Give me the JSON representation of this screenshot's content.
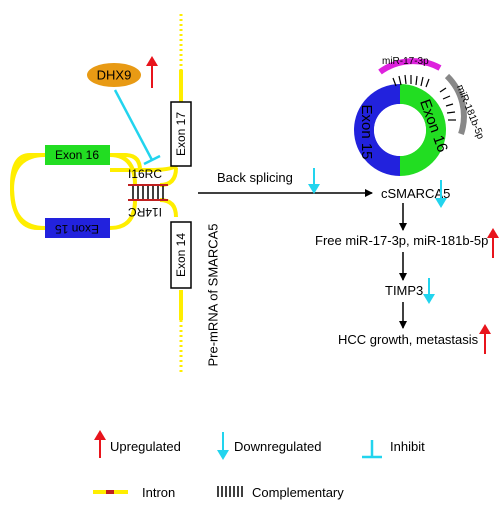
{
  "labels": {
    "dhx9": "DHX9",
    "exon17": "Exon 17",
    "exon16": "Exon 16",
    "exon15": "Exon 15",
    "exon14": "Exon 14",
    "i16rc": "I16RC",
    "i14rc": "I14RC",
    "premrna": "Pre-mRNA of SMARCA5",
    "back_splicing": "Back splicing",
    "csmarca5": "cSMARCA5",
    "circ_exon15": "Exon 15",
    "circ_exon16": "Exon 16",
    "mir173p": "miR-17-3p",
    "mir181b": "miR-181b-5p",
    "free_mir": "Free miR-17-3p, miR-181b-5p",
    "timp3": "TIMP3",
    "hcc": "HCC growth, metastasis"
  },
  "legend": {
    "upregulated": "Upregulated",
    "downregulated": "Downregulated",
    "inhibit": "Inhibit",
    "intron": "Intron",
    "complementary": "Complementary"
  },
  "colors": {
    "up": "#e8141c",
    "down": "#22d4ee",
    "inhibit": "#22d4ee",
    "intron": "#ffee00",
    "exon_green": "#22dd22",
    "exon_blue": "#2222dd",
    "dhx9": "#e89a14",
    "mir17": "#dd22dd",
    "mir181": "#888888"
  }
}
